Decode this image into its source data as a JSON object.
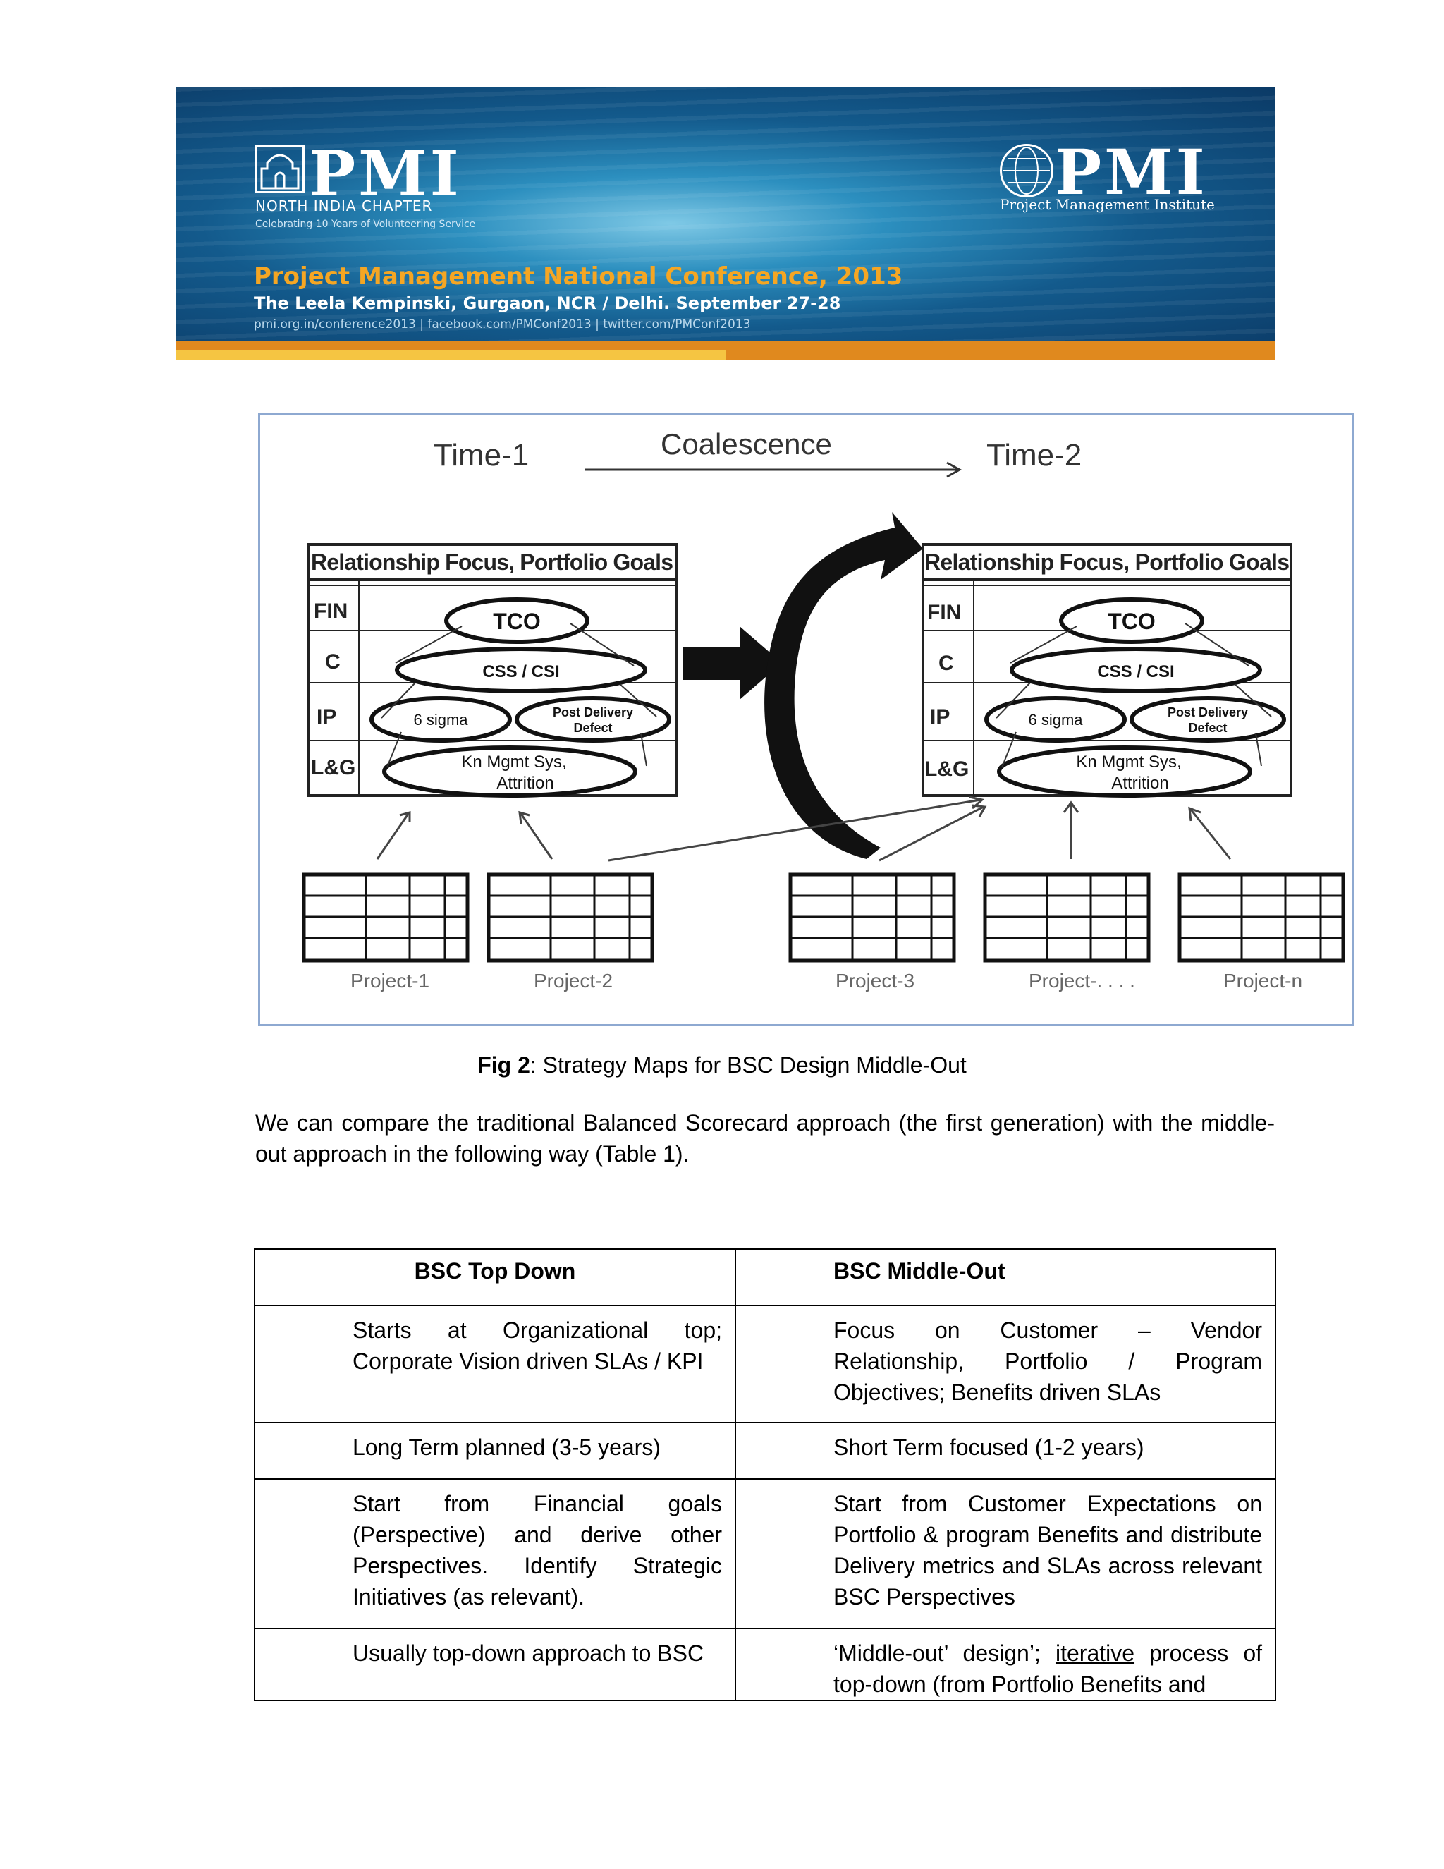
{
  "banner": {
    "left_logo": "PMI",
    "chapter": "NORTH INDIA CHAPTER",
    "tagline": "Celebrating 10 Years of Volunteering Service",
    "right_logo": "PMI",
    "institute": "Project Management Institute",
    "conference": "Project Management National Conference, 2013",
    "venue": "The Leela Kempinski, Gurgaon, NCR / Delhi. September 27-28",
    "links": "pmi.org.in/conference2013 | facebook.com/PMConf2013 | twitter.com/PMConf2013"
  },
  "figure": {
    "time1": "Time-1",
    "coalescence": "Coalescence",
    "time2": "Time-2",
    "box_title": "Relationship Focus, Portfolio Goals",
    "rows": [
      "FIN",
      "C",
      "IP",
      "L&G"
    ],
    "ovals": {
      "tco": "TCO",
      "css": "CSS / CSI",
      "sigma": "6 sigma",
      "post_delivery_1": "Post Delivery",
      "post_delivery_2": "Defect",
      "kn_1": "Kn Mgmt Sys,",
      "kn_2": "Attrition"
    },
    "projects": [
      "Project-1",
      "Project-2",
      "Project-3",
      "Project-. . . .",
      "Project-n"
    ]
  },
  "caption": {
    "label": "Fig 2",
    "text": ": Strategy Maps for BSC Design Middle-Out"
  },
  "paragraph": "We can compare the traditional Balanced Scorecard approach (the first generation) with the middle-out approach in the following way (Table 1).",
  "table": {
    "headers": [
      "BSC Top Down",
      "BSC Middle-Out"
    ],
    "rows": [
      [
        "Starts at Organizational top; Corporate Vision driven SLAs / KPI",
        "Focus on Customer – Vendor Relationship, Portfolio / Program Objectives; Benefits driven SLAs"
      ],
      [
        "Long Term planned (3-5 years)",
        "Short Term focused (1-2 years)"
      ],
      [
        "Start from Financial goals (Perspective) and derive other Perspectives. Identify Strategic Initiatives (as relevant).",
        "Start from Customer Expectations on Portfolio & program Benefits and distribute Delivery metrics and SLAs across relevant BSC Perspectives"
      ],
      [
        "Usually top-down approach to BSC",
        ""
      ]
    ],
    "last_right": {
      "before": "‘Middle-out’ design’; ",
      "underlined": "iterative",
      "after": " process of top-down (from Portfolio Benefits and"
    }
  }
}
